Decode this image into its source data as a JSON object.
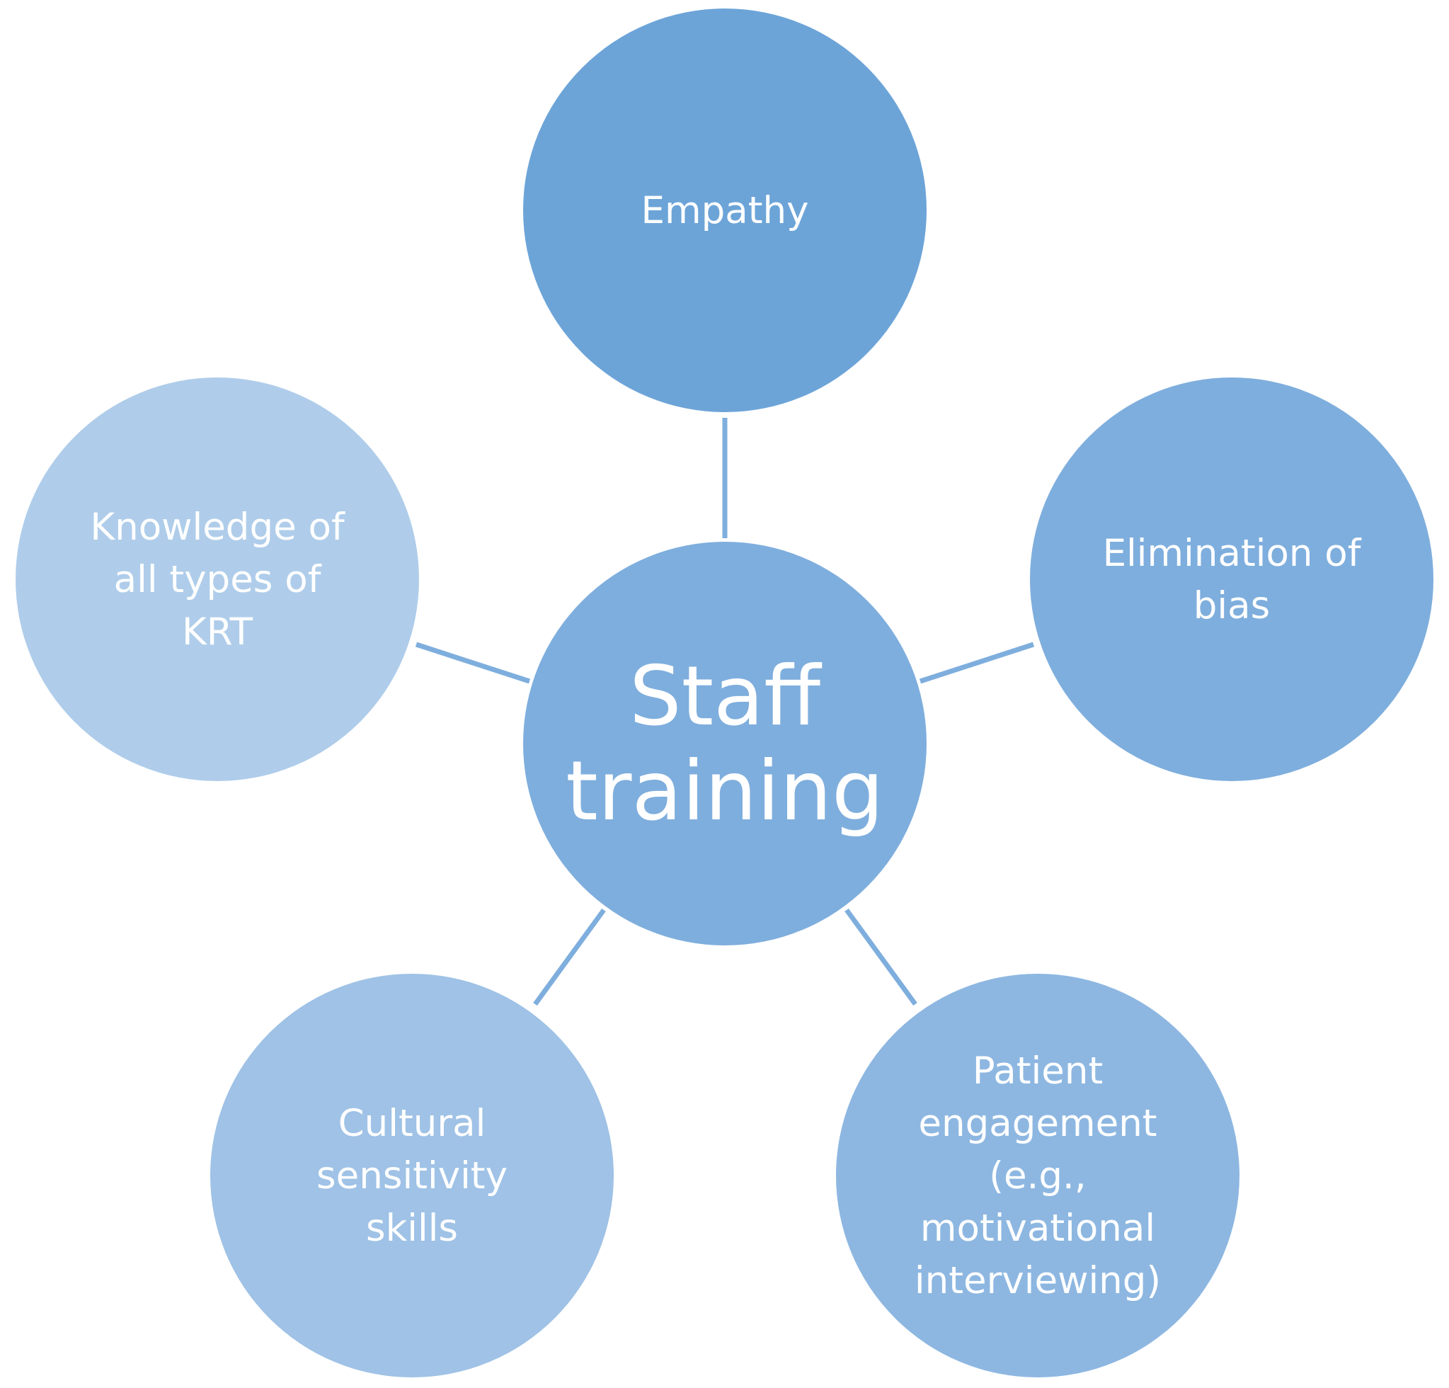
{
  "diagram": {
    "center": {
      "label_lines": [
        "Staff",
        "training"
      ],
      "color": "#7eaedd"
    },
    "nodes": [
      {
        "id": "empathy",
        "label_lines": [
          "Empathy"
        ],
        "color": "#6ca4d8"
      },
      {
        "id": "elimination-of-bias",
        "label_lines": [
          "Elimination of",
          "bias"
        ],
        "color": "#7eaedd"
      },
      {
        "id": "patient-engagement",
        "label_lines": [
          "Patient",
          "engagement",
          "(e.g.,",
          "motivational",
          "interviewing)"
        ],
        "color": "#8db7e1"
      },
      {
        "id": "cultural-sensitivity",
        "label_lines": [
          "Cultural",
          "sensitivity",
          "skills"
        ],
        "color": "#9fc2e6"
      },
      {
        "id": "knowledge-krt",
        "label_lines": [
          "Knowledge of",
          "all types of",
          "KRT"
        ],
        "color": "#afcdea"
      }
    ],
    "connector_color": "#7eaedd"
  }
}
